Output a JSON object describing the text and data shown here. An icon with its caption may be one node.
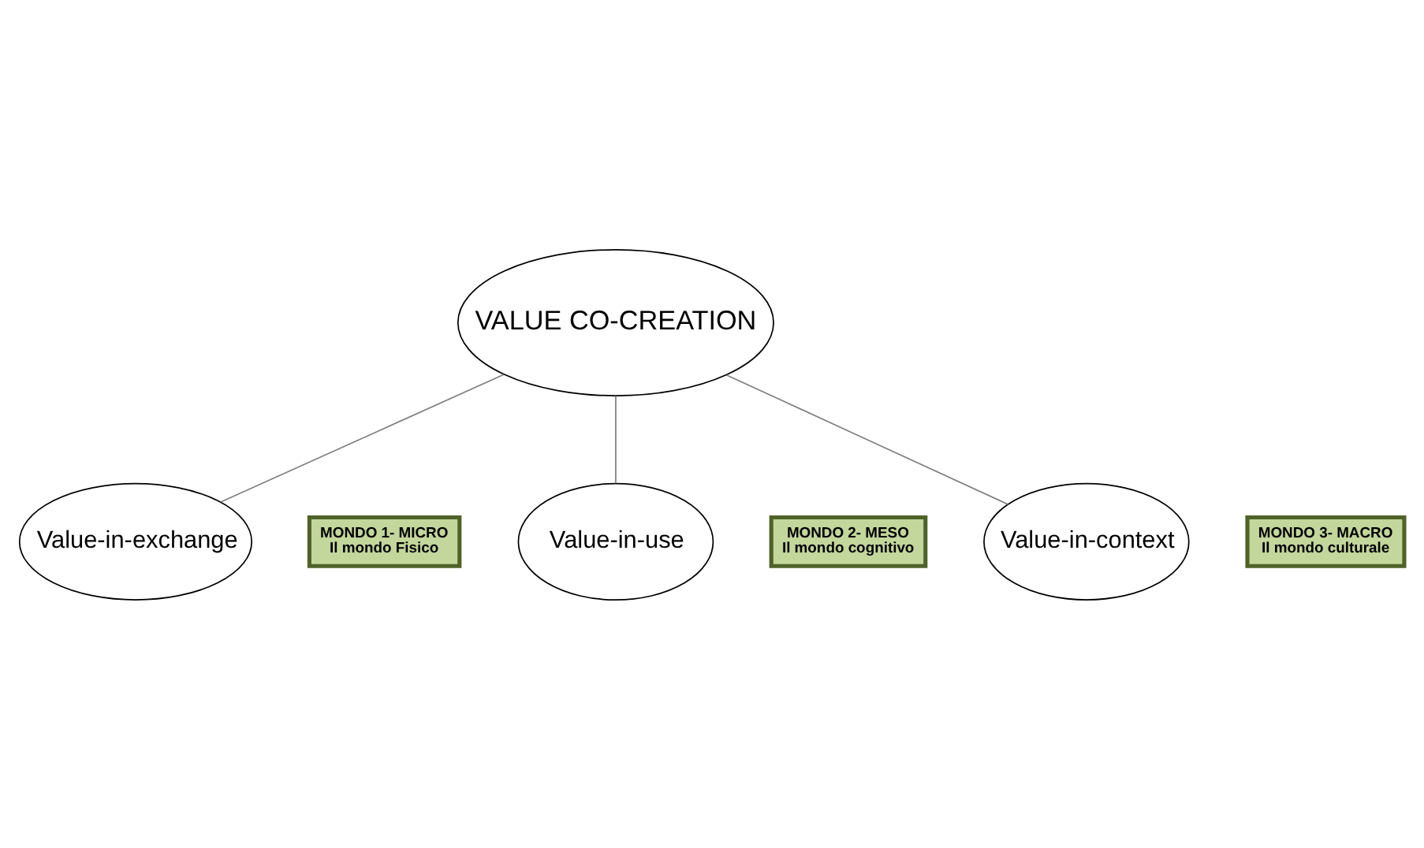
{
  "diagram": {
    "nodes": [
      {
        "text": [
          "VALUE CO-CREATION"
        ]
      },
      {
        "text": [
          "Value-in-exchange"
        ]
      },
      {
        "text": [
          "MONDO 1- MICRO",
          "Il mondo Fisico"
        ]
      },
      {
        "text": [
          "Value-in-use"
        ]
      },
      {
        "text": [
          "MONDO 2- MESO",
          "Il mondo cognitivo"
        ]
      },
      {
        "text": [
          "Value-in-context"
        ]
      },
      {
        "text": [
          "MONDO 3- MACRO",
          "Il mondo culturale"
        ]
      }
    ],
    "edges": [
      {
        "from": 0,
        "to": 1,
        "arrow": "none"
      },
      {
        "from": 0,
        "to": 3,
        "arrow": "none"
      },
      {
        "from": 0,
        "to": 5,
        "arrow": "none"
      }
    ]
  }
}
